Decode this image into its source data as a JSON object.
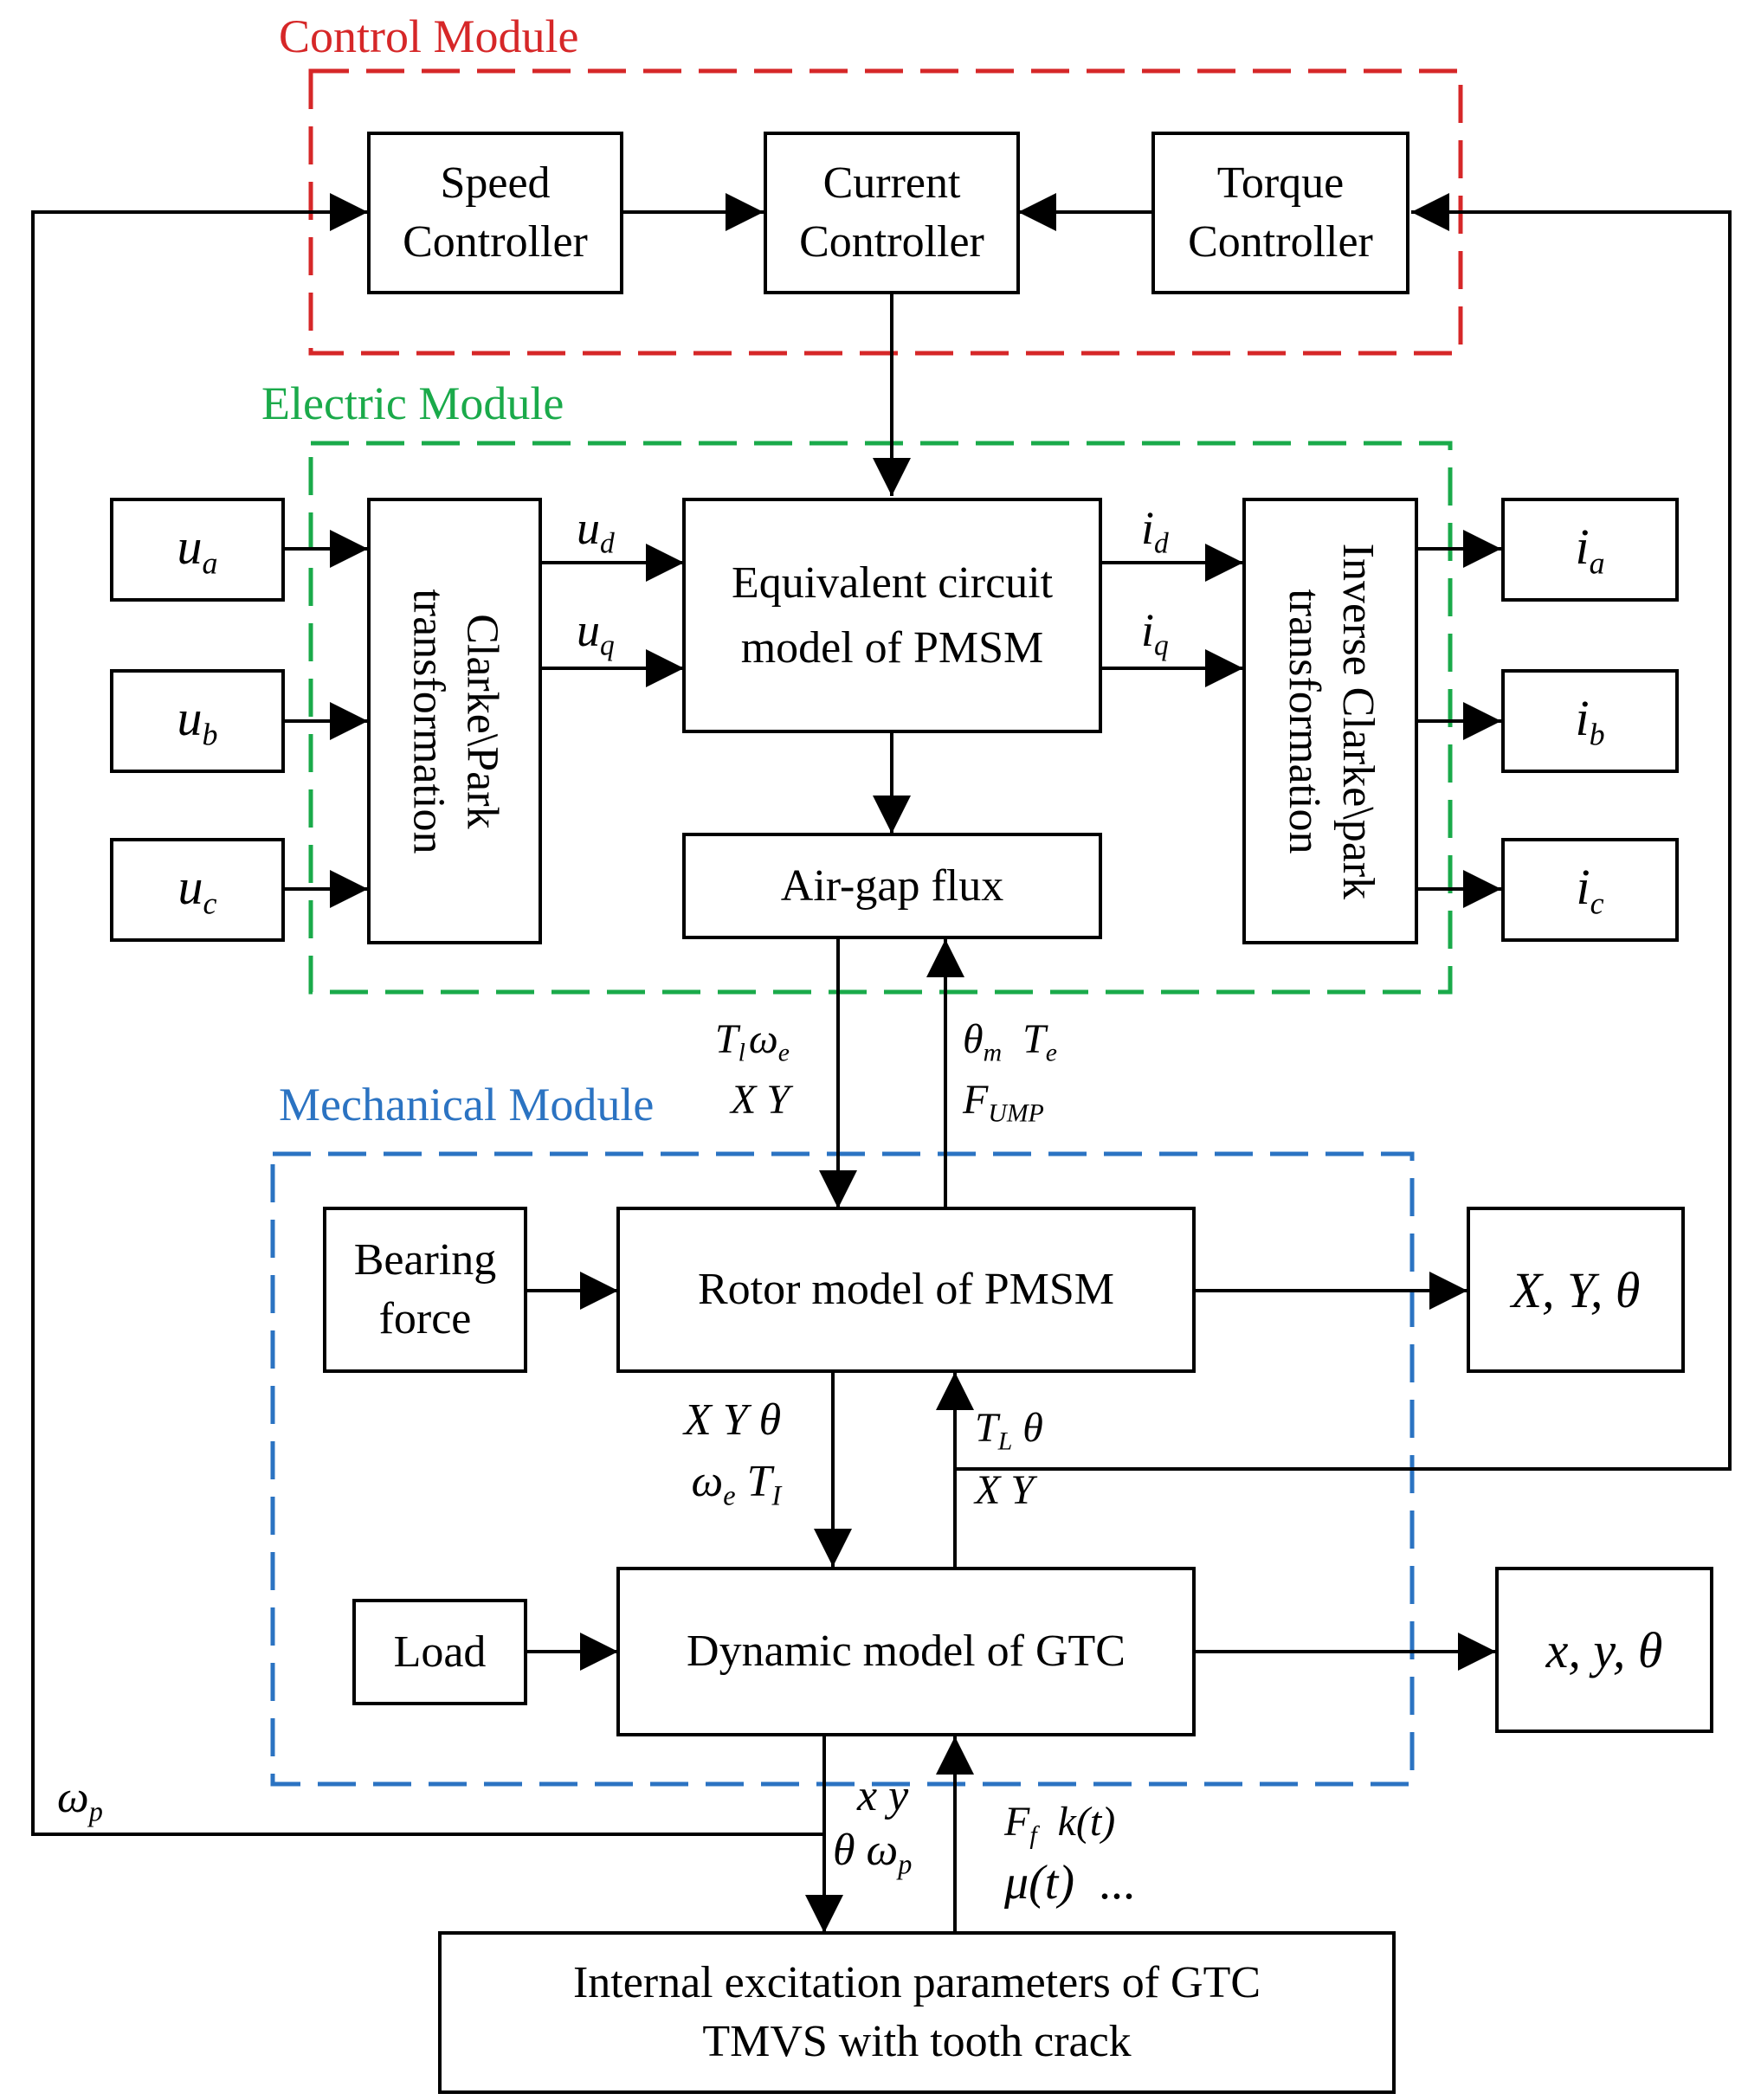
{
  "colors": {
    "control": "#d62728",
    "electric": "#1aaa4a",
    "mechanical": "#2b73c2",
    "line": "#000000"
  },
  "modules": {
    "control": {
      "title": "Control Module"
    },
    "electric": {
      "title": "Electric Module"
    },
    "mechanical": {
      "title": "Mechanical Module"
    }
  },
  "blocks": {
    "speed_controller": {
      "line1": "Speed",
      "line2": "Controller"
    },
    "current_controller": {
      "line1": "Current",
      "line2": "Controller"
    },
    "torque_controller": {
      "line1": "Torque",
      "line2": "Controller"
    },
    "clarke_park": {
      "line1": "Clarke\\Park",
      "line2": "transformation"
    },
    "equivalent_circuit": {
      "line1": "Equivalent circuit",
      "line2": "model of PMSM"
    },
    "inverse_clarke_park": {
      "line1": "Inverse Clarke\\park",
      "line2": "transformation"
    },
    "air_gap_flux": {
      "label": "Air-gap flux"
    },
    "bearing_force": {
      "line1": "Bearing",
      "line2": "force"
    },
    "rotor_model": {
      "label": "Rotor model of PMSM"
    },
    "load": {
      "label": "Load"
    },
    "dynamic_model": {
      "label": "Dynamic model of GTC"
    },
    "internal_excitation": {
      "line1": "Internal excitation parameters of GTC",
      "line2": "TMVS with tooth crack"
    }
  },
  "inputs": {
    "ua": {
      "base": "u",
      "sub": "a"
    },
    "ub": {
      "base": "u",
      "sub": "b"
    },
    "uc": {
      "base": "u",
      "sub": "c"
    }
  },
  "outputs": {
    "ia": {
      "base": "i",
      "sub": "a"
    },
    "ib": {
      "base": "i",
      "sub": "b"
    },
    "ic": {
      "base": "i",
      "sub": "c"
    },
    "rotor_out": "X, Y, θ",
    "gtc_out": "x, y, θ"
  },
  "signals": {
    "ud": {
      "base": "u",
      "sub": "d"
    },
    "uq": {
      "base": "u",
      "sub": "q"
    },
    "id": {
      "base": "i",
      "sub": "d"
    },
    "iq": {
      "base": "i",
      "sub": "q"
    },
    "flux_down": {
      "t": "T",
      "t_sub": "l",
      "w": "ω",
      "w_sub": "e",
      "line2": "X Y"
    },
    "flux_up": {
      "theta": "θ",
      "theta_sub": "m",
      "te": "T",
      "te_sub": "e",
      "f": "F",
      "f_sub": "UMP"
    },
    "rotor_down": {
      "line1": "X Y θ",
      "w": "ω",
      "w_sub": "e",
      "t": "T",
      "t_sub": "I"
    },
    "rotor_up": {
      "t": "T",
      "t_sub": "L",
      "theta": "θ",
      "line2": "X Y"
    },
    "omega_p": {
      "base": "ω",
      "sub": "p"
    },
    "gtc_down": {
      "line1": "x y",
      "theta": "θ",
      "w": "ω",
      "w_sub": "p"
    },
    "gtc_up": {
      "f": "F",
      "f_sub": "f",
      "k": "k(t)",
      "mu": "μ(t)",
      "dots": "..."
    }
  }
}
